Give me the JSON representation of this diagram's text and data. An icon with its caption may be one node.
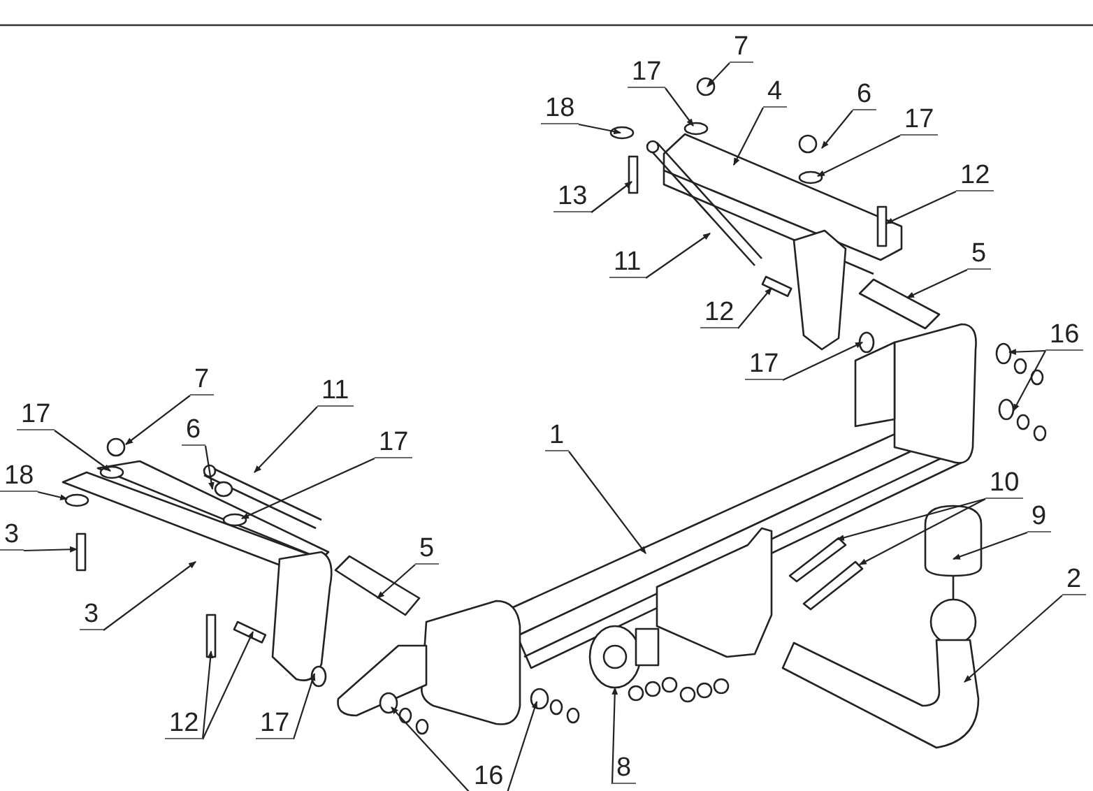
{
  "diagram": {
    "nodes": [
      {
        "text": [
          "7"
        ]
      },
      {
        "text": [
          "17"
        ]
      },
      {
        "text": [
          "4"
        ]
      },
      {
        "text": [
          "6"
        ]
      },
      {
        "text": [
          "17"
        ]
      },
      {
        "text": [
          "18"
        ]
      },
      {
        "text": [
          "13"
        ]
      },
      {
        "text": [
          "12"
        ]
      },
      {
        "text": [
          "11"
        ]
      },
      {
        "text": [
          "5"
        ]
      },
      {
        "text": [
          "12"
        ]
      },
      {
        "text": [
          "17"
        ]
      },
      {
        "text": [
          "16"
        ]
      },
      {
        "text": [
          "7"
        ]
      },
      {
        "text": [
          "11"
        ]
      },
      {
        "text": [
          "17"
        ]
      },
      {
        "text": [
          "6"
        ]
      },
      {
        "text": [
          "17"
        ]
      },
      {
        "text": [
          "1"
        ]
      },
      {
        "text": [
          "18"
        ]
      },
      {
        "text": [
          "10"
        ]
      },
      {
        "text": [
          "3"
        ]
      },
      {
        "text": [
          "9"
        ]
      },
      {
        "text": [
          "5"
        ]
      },
      {
        "text": [
          "2"
        ]
      },
      {
        "text": [
          "3"
        ]
      },
      {
        "text": [
          "12"
        ]
      },
      {
        "text": [
          "17"
        ]
      },
      {
        "text": [
          "8"
        ]
      },
      {
        "text": [
          "16"
        ]
      }
    ],
    "edges": [
      {
        "from": 0,
        "to": null,
        "arrow": "to"
      },
      {
        "from": 1,
        "to": null,
        "arrow": "to"
      },
      {
        "from": 2,
        "to": null,
        "arrow": "to"
      },
      {
        "from": 3,
        "to": null,
        "arrow": "to"
      },
      {
        "from": 4,
        "to": null,
        "arrow": "to"
      },
      {
        "from": 5,
        "to": null,
        "arrow": "to"
      },
      {
        "from": 6,
        "to": null,
        "arrow": "to"
      },
      {
        "from": 7,
        "to": null,
        "arrow": "to"
      },
      {
        "from": 8,
        "to": null,
        "arrow": "to"
      },
      {
        "from": 9,
        "to": null,
        "arrow": "to"
      },
      {
        "from": 10,
        "to": null,
        "arrow": "to"
      },
      {
        "from": 11,
        "to": null,
        "arrow": "to"
      },
      {
        "from": 12,
        "to": null,
        "arrow": "to"
      },
      {
        "from": 12,
        "to": null,
        "arrow": "to"
      },
      {
        "from": 13,
        "to": null,
        "arrow": "to"
      },
      {
        "from": 14,
        "to": null,
        "arrow": "to"
      },
      {
        "from": 15,
        "to": null,
        "arrow": "to"
      },
      {
        "from": 16,
        "to": null,
        "arrow": "to"
      },
      {
        "from": 17,
        "to": null,
        "arrow": "to"
      },
      {
        "from": 18,
        "to": null,
        "arrow": "to"
      },
      {
        "from": 19,
        "to": null,
        "arrow": "to"
      },
      {
        "from": 20,
        "to": null,
        "arrow": "to"
      },
      {
        "from": 20,
        "to": null,
        "arrow": "to"
      },
      {
        "from": 21,
        "to": null,
        "arrow": "to"
      },
      {
        "from": 22,
        "to": null,
        "arrow": "to"
      },
      {
        "from": 23,
        "to": null,
        "arrow": "to"
      },
      {
        "from": 24,
        "to": null,
        "arrow": "to"
      },
      {
        "from": 25,
        "to": null,
        "arrow": "to"
      },
      {
        "from": 26,
        "to": null,
        "arrow": "to"
      },
      {
        "from": 26,
        "to": null,
        "arrow": "to"
      },
      {
        "from": 27,
        "to": null,
        "arrow": "to"
      },
      {
        "from": 28,
        "to": null,
        "arrow": "to"
      },
      {
        "from": 29,
        "to": null,
        "arrow": "to"
      },
      {
        "from": 29,
        "to": null,
        "arrow": "to"
      }
    ]
  }
}
